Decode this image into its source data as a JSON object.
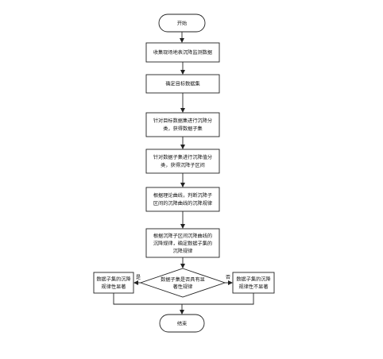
{
  "flowchart": {
    "start": {
      "label": "开始"
    },
    "steps": [
      {
        "id": "collect",
        "lines": [
          "收集现场地表沉降监测数据"
        ]
      },
      {
        "id": "target",
        "lines": [
          "确定目标数据集"
        ]
      },
      {
        "id": "classify",
        "lines": [
          "针对目标数据集进行沉降分",
          "类，获得数据子集"
        ]
      },
      {
        "id": "intervals",
        "lines": [
          "针对数据子集进行沉降值分",
          "类，获得沉降子区间"
        ]
      },
      {
        "id": "curve",
        "lines": [
          "根据理论曲线，判断沉降子",
          "区间的沉降曲线的沉降规律"
        ]
      },
      {
        "id": "pattern",
        "lines": [
          "根据沉降子区间沉降曲线的",
          "沉降规律，确定数据子集的",
          "沉降规律"
        ]
      }
    ],
    "decision": {
      "lines": [
        "数据子集是否具有显",
        "著性规律"
      ]
    },
    "yes_branch": {
      "label": "是",
      "lines": [
        "数据子集的沉降",
        "规律性显著"
      ]
    },
    "no_branch": {
      "label": "否",
      "lines": [
        "数据子集的沉降",
        "规律性不显著"
      ]
    },
    "end": {
      "label": "结束"
    }
  }
}
